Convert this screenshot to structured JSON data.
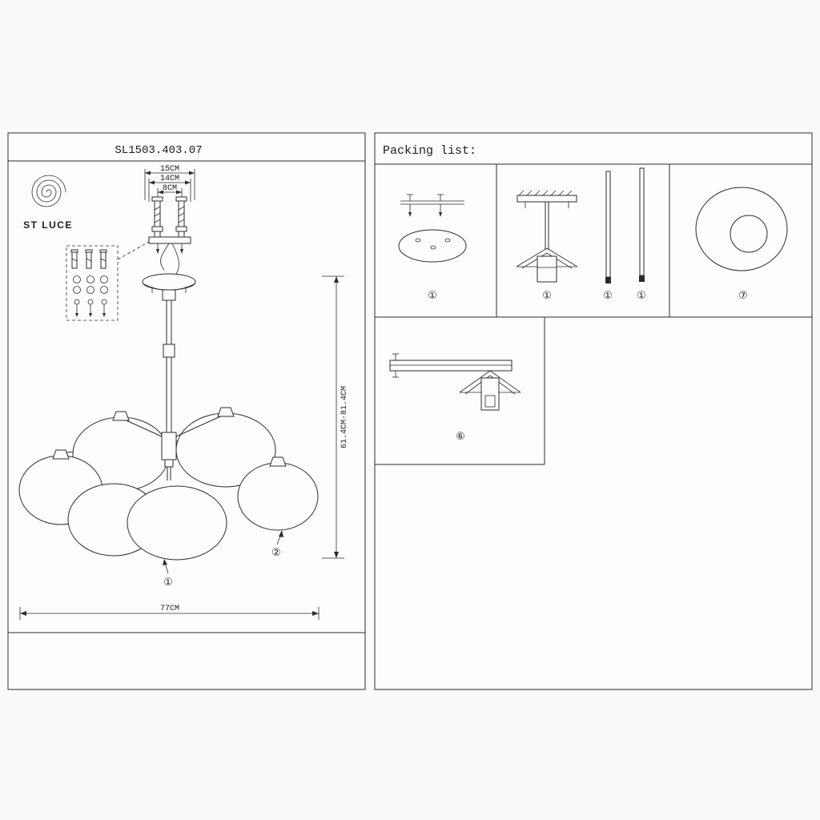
{
  "meta": {
    "ink_color": "#2b2b2b",
    "paper_color": "#fafafa"
  },
  "document": {
    "model_number": "SL1503.403.07",
    "brand_name": "ST LUCE"
  },
  "diagram": {
    "dim_top_outer": "15CM",
    "dim_top_middle": "14CM",
    "dim_top_inner": "8CM",
    "dim_height_range": "61.4CM-81.4CM",
    "dim_total_width": "77CM",
    "callout_shade": "①",
    "callout_frame": "②"
  },
  "packing_list": {
    "header": "Packing list:",
    "items": [
      {
        "name": "ceiling-canopy",
        "qty_label": "①"
      },
      {
        "name": "stem-spider-assembly",
        "qty_label": "①"
      },
      {
        "name": "rod-short",
        "qty_label": "①"
      },
      {
        "name": "rod-long",
        "qty_label": "①"
      },
      {
        "name": "glass-shade-top-view",
        "qty_label": "⑦"
      },
      {
        "name": "bracket-assembly-step",
        "qty_label": "⑥"
      }
    ]
  }
}
